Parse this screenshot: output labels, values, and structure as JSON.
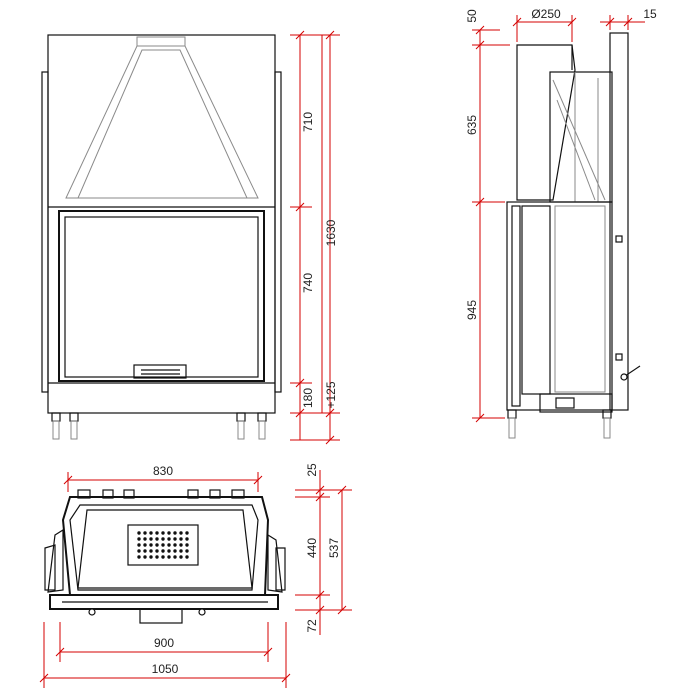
{
  "front_view": {
    "dims": {
      "top": "710",
      "middle": "740",
      "bottom": "180",
      "overall": "1630",
      "leg": "+125"
    }
  },
  "side_view": {
    "dims": {
      "top_offset": "50",
      "flue": "Ø250",
      "back_gap": "15",
      "upper": "635",
      "lower": "945"
    }
  },
  "plan_view": {
    "dims": {
      "width_top": "830",
      "width_inner": "900",
      "width_overall": "1050",
      "depth_offset": "25",
      "depth_inner": "440",
      "depth_overall": "537",
      "depth_front": "72"
    }
  },
  "colors": {
    "dimension": "#d40000",
    "outline": "#111111",
    "hidden": "#8a8a8a"
  }
}
